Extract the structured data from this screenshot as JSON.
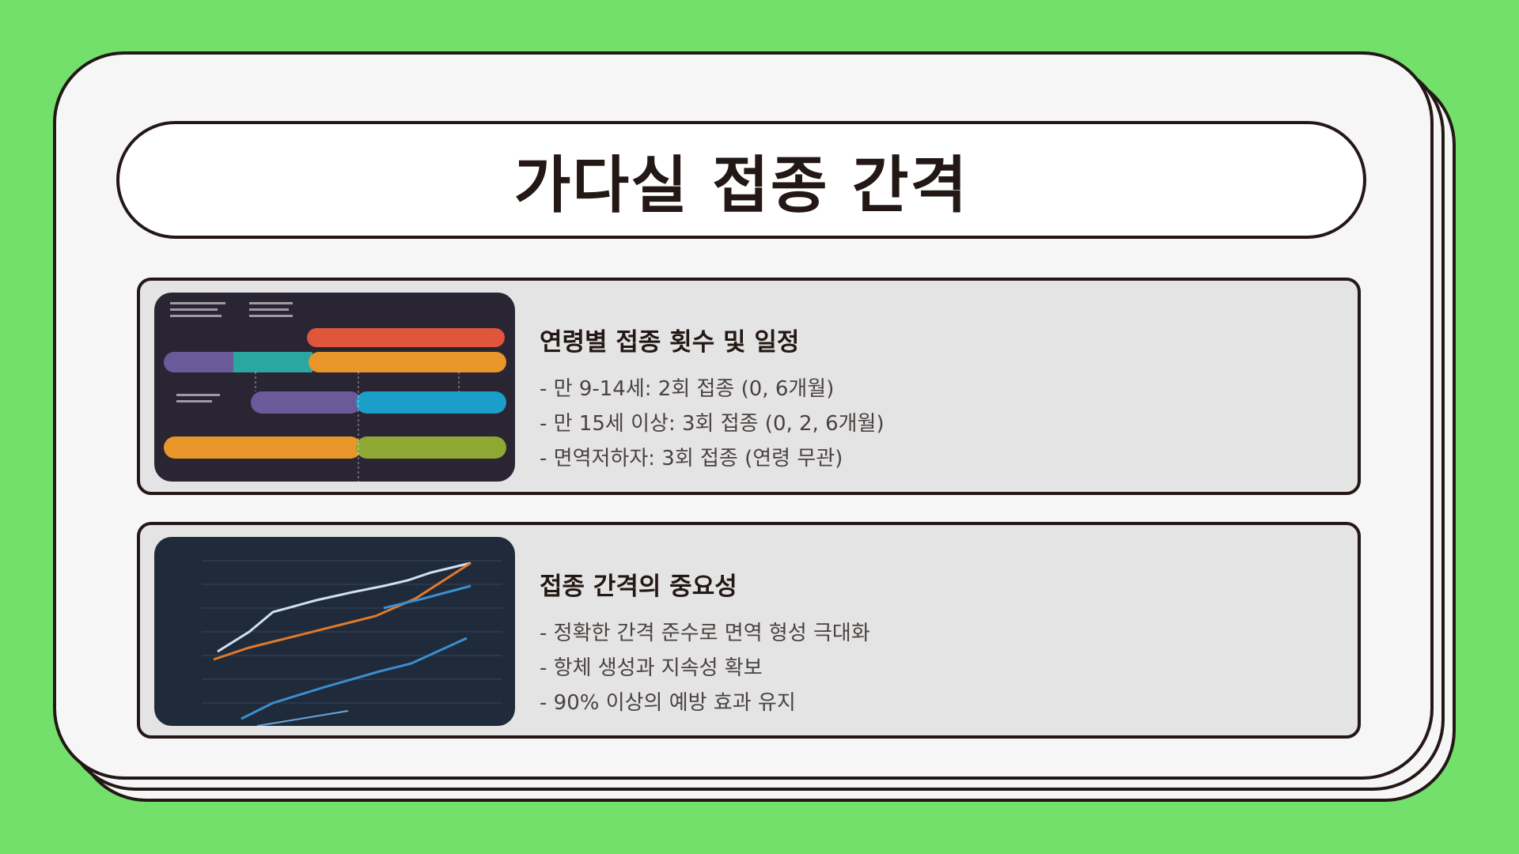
{
  "title": "가다실 접종 간격",
  "colors": {
    "background": "#72e06a",
    "card": "#f6f6f6",
    "panel": "#e4e4e4",
    "border": "#231815"
  },
  "sections": [
    {
      "heading": "연령별 접종 횟수 및 일정",
      "image": "vaccination-timeline-infographic",
      "bullets": [
        "- 만 9-14세: 2회 접종 (0, 6개월)",
        "- 만 15세 이상: 3회 접종 (0, 2, 6개월)",
        "- 면역저하자: 3회 접종 (연령 무관)"
      ]
    },
    {
      "heading": "접종 간격의 중요성",
      "image": "line-chart-illustration",
      "bullets": [
        "- 정확한 간격 준수로 면역 형성 극대화",
        "- 항체 생성과 지속성 확보",
        "- 90% 이상의 예방 효과 유지"
      ]
    }
  ]
}
